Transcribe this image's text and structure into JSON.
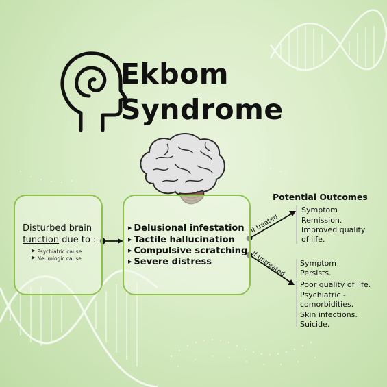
{
  "title": {
    "line1": "Ekbom",
    "line2": "Syndrome"
  },
  "icons": {
    "header": "head-spiral-icon",
    "brain": "brain-illustration",
    "background": "dna-helix"
  },
  "colors": {
    "accent_green": "#8bc34a",
    "text": "#111111",
    "brain_gray": "#d9d9d9",
    "cerebellum": "#8b5a4a"
  },
  "cause_box": {
    "line1": "Disturbed brain",
    "line2_underlined": "function",
    "line2_rest": " due to :",
    "items": [
      "Psychiatric cause",
      "Neurologic cause"
    ]
  },
  "symptoms_box": {
    "items": [
      "Delusional infestation",
      "Tactile hallucination",
      "Compulsive scratching",
      "Severe distress"
    ]
  },
  "branches": {
    "treated": "If treated",
    "untreated": "If untreated"
  },
  "outcomes": {
    "title": "Potential Outcomes",
    "treated": [
      "Symptom",
      "Remission.",
      "Improved quality",
      "of life."
    ],
    "untreated_group1": [
      "Symptom",
      "Persists."
    ],
    "untreated_group2": [
      "Poor quality of life.",
      "Psychiatric -",
      "comorbidities.",
      "Skin infections.",
      "Suicide."
    ]
  }
}
